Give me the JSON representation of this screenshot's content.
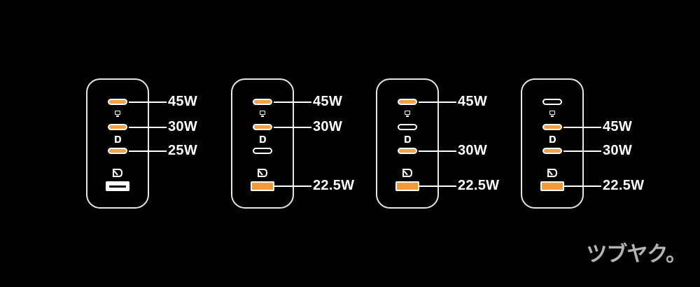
{
  "colors": {
    "background": "#000000",
    "outline": "#ffffff",
    "active_port": "#f0a04a",
    "logo": "#b4b4b4"
  },
  "chargers": [
    {
      "ports": [
        "active",
        "active",
        "active"
      ],
      "usb_a": "inactive",
      "labels": [
        "45W",
        "30W",
        "25W"
      ]
    },
    {
      "ports": [
        "active",
        "active",
        "inactive"
      ],
      "usb_a": "active",
      "labels": [
        "45W",
        "30W",
        "22.5W"
      ]
    },
    {
      "ports": [
        "active",
        "inactive",
        "active"
      ],
      "usb_a": "active",
      "labels": [
        "45W",
        "30W",
        "22.5W"
      ]
    },
    {
      "ports": [
        "inactive",
        "active",
        "active"
      ],
      "usb_a": "active",
      "labels": [
        "45W",
        "30W",
        "22.5W"
      ]
    }
  ],
  "logo": {
    "text": "ツブヤク。"
  }
}
